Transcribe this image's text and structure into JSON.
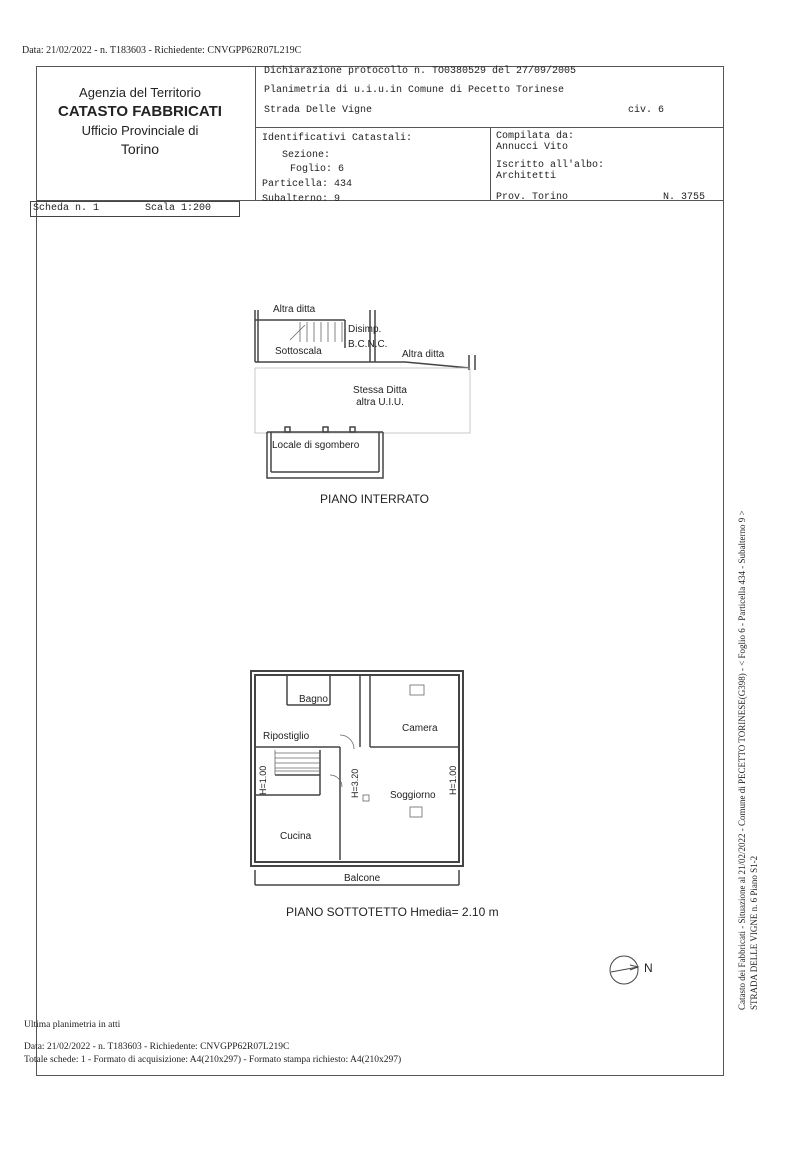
{
  "header_meta": "Data: 21/02/2022 - n. T183603 - Richiedente: CNVGPP62R07L219C",
  "agency": {
    "name": "Agenzia del Territorio",
    "dept": "CATASTO FABBRICATI",
    "office": "Ufficio Provinciale di",
    "city": "Torino"
  },
  "declaration": {
    "protocol": "Dichiarazione protocollo n. TO0380529 del 27/09/2005",
    "plan": "Planimetria di u.i.u.in Comune di Pecetto Torinese",
    "street": "Strada Delle Vigne",
    "civ": "civ. 6"
  },
  "identifiers": {
    "title": "Identificativi Catastali:",
    "sezione": "Sezione:",
    "foglio": "Foglio: 6",
    "particella": "Particella: 434",
    "subalterno": "Subalterno: 9"
  },
  "compiler": {
    "label": "Compilata da:",
    "name": "Annucci Vito",
    "albo_label": "Iscritto all'albo:",
    "albo": "Architetti",
    "prov": "Prov. Torino",
    "number": "N.  3755"
  },
  "scheda": {
    "n": "Scheda n. 1",
    "scale": "Scala 1:200"
  },
  "basement": {
    "altra_ditta_1": "Altra ditta",
    "disimp": "Disimp.",
    "bcnc": "B.C.N.C.",
    "sottoscala": "Sottoscala",
    "altra_ditta_2": "Altra ditta",
    "stessa_ditta": "Stessa Ditta",
    "altra_uiu": "altra U.I.U.",
    "locale": "Locale di sgombero",
    "title": "PIANO INTERRATO"
  },
  "attic": {
    "bagno": "Bagno",
    "camera": "Camera",
    "ripostiglio": "Ripostiglio",
    "h_left": "H=1.00",
    "h_center": "H=3.20",
    "h_right": "H=1.00",
    "soggiorno": "Soggiorno",
    "cucina": "Cucina",
    "balcone": "Balcone",
    "title": "PIANO SOTTOTETTO Hmedia= 2.10 m"
  },
  "north": "N",
  "side_text": {
    "line1": "Catasto dei Fabbricati - Situazione al 21/02/2022 - Comune di PECETTO TORINESE(G398) - < Foglio 6 - Particella 434 - Subalterno 9 >",
    "line2": "STRADA DELLE VIGNE n. 6 Piano S1-2"
  },
  "footer": {
    "last_plan": "Ultima planimetria in atti",
    "meta": "Data: 21/02/2022 - n. T183603 - Richiedente: CNVGPP62R07L219C",
    "totals": "Totale schede: 1 - Formato di acquisizione: A4(210x297)  - Formato stampa richiesto: A4(210x297)"
  }
}
